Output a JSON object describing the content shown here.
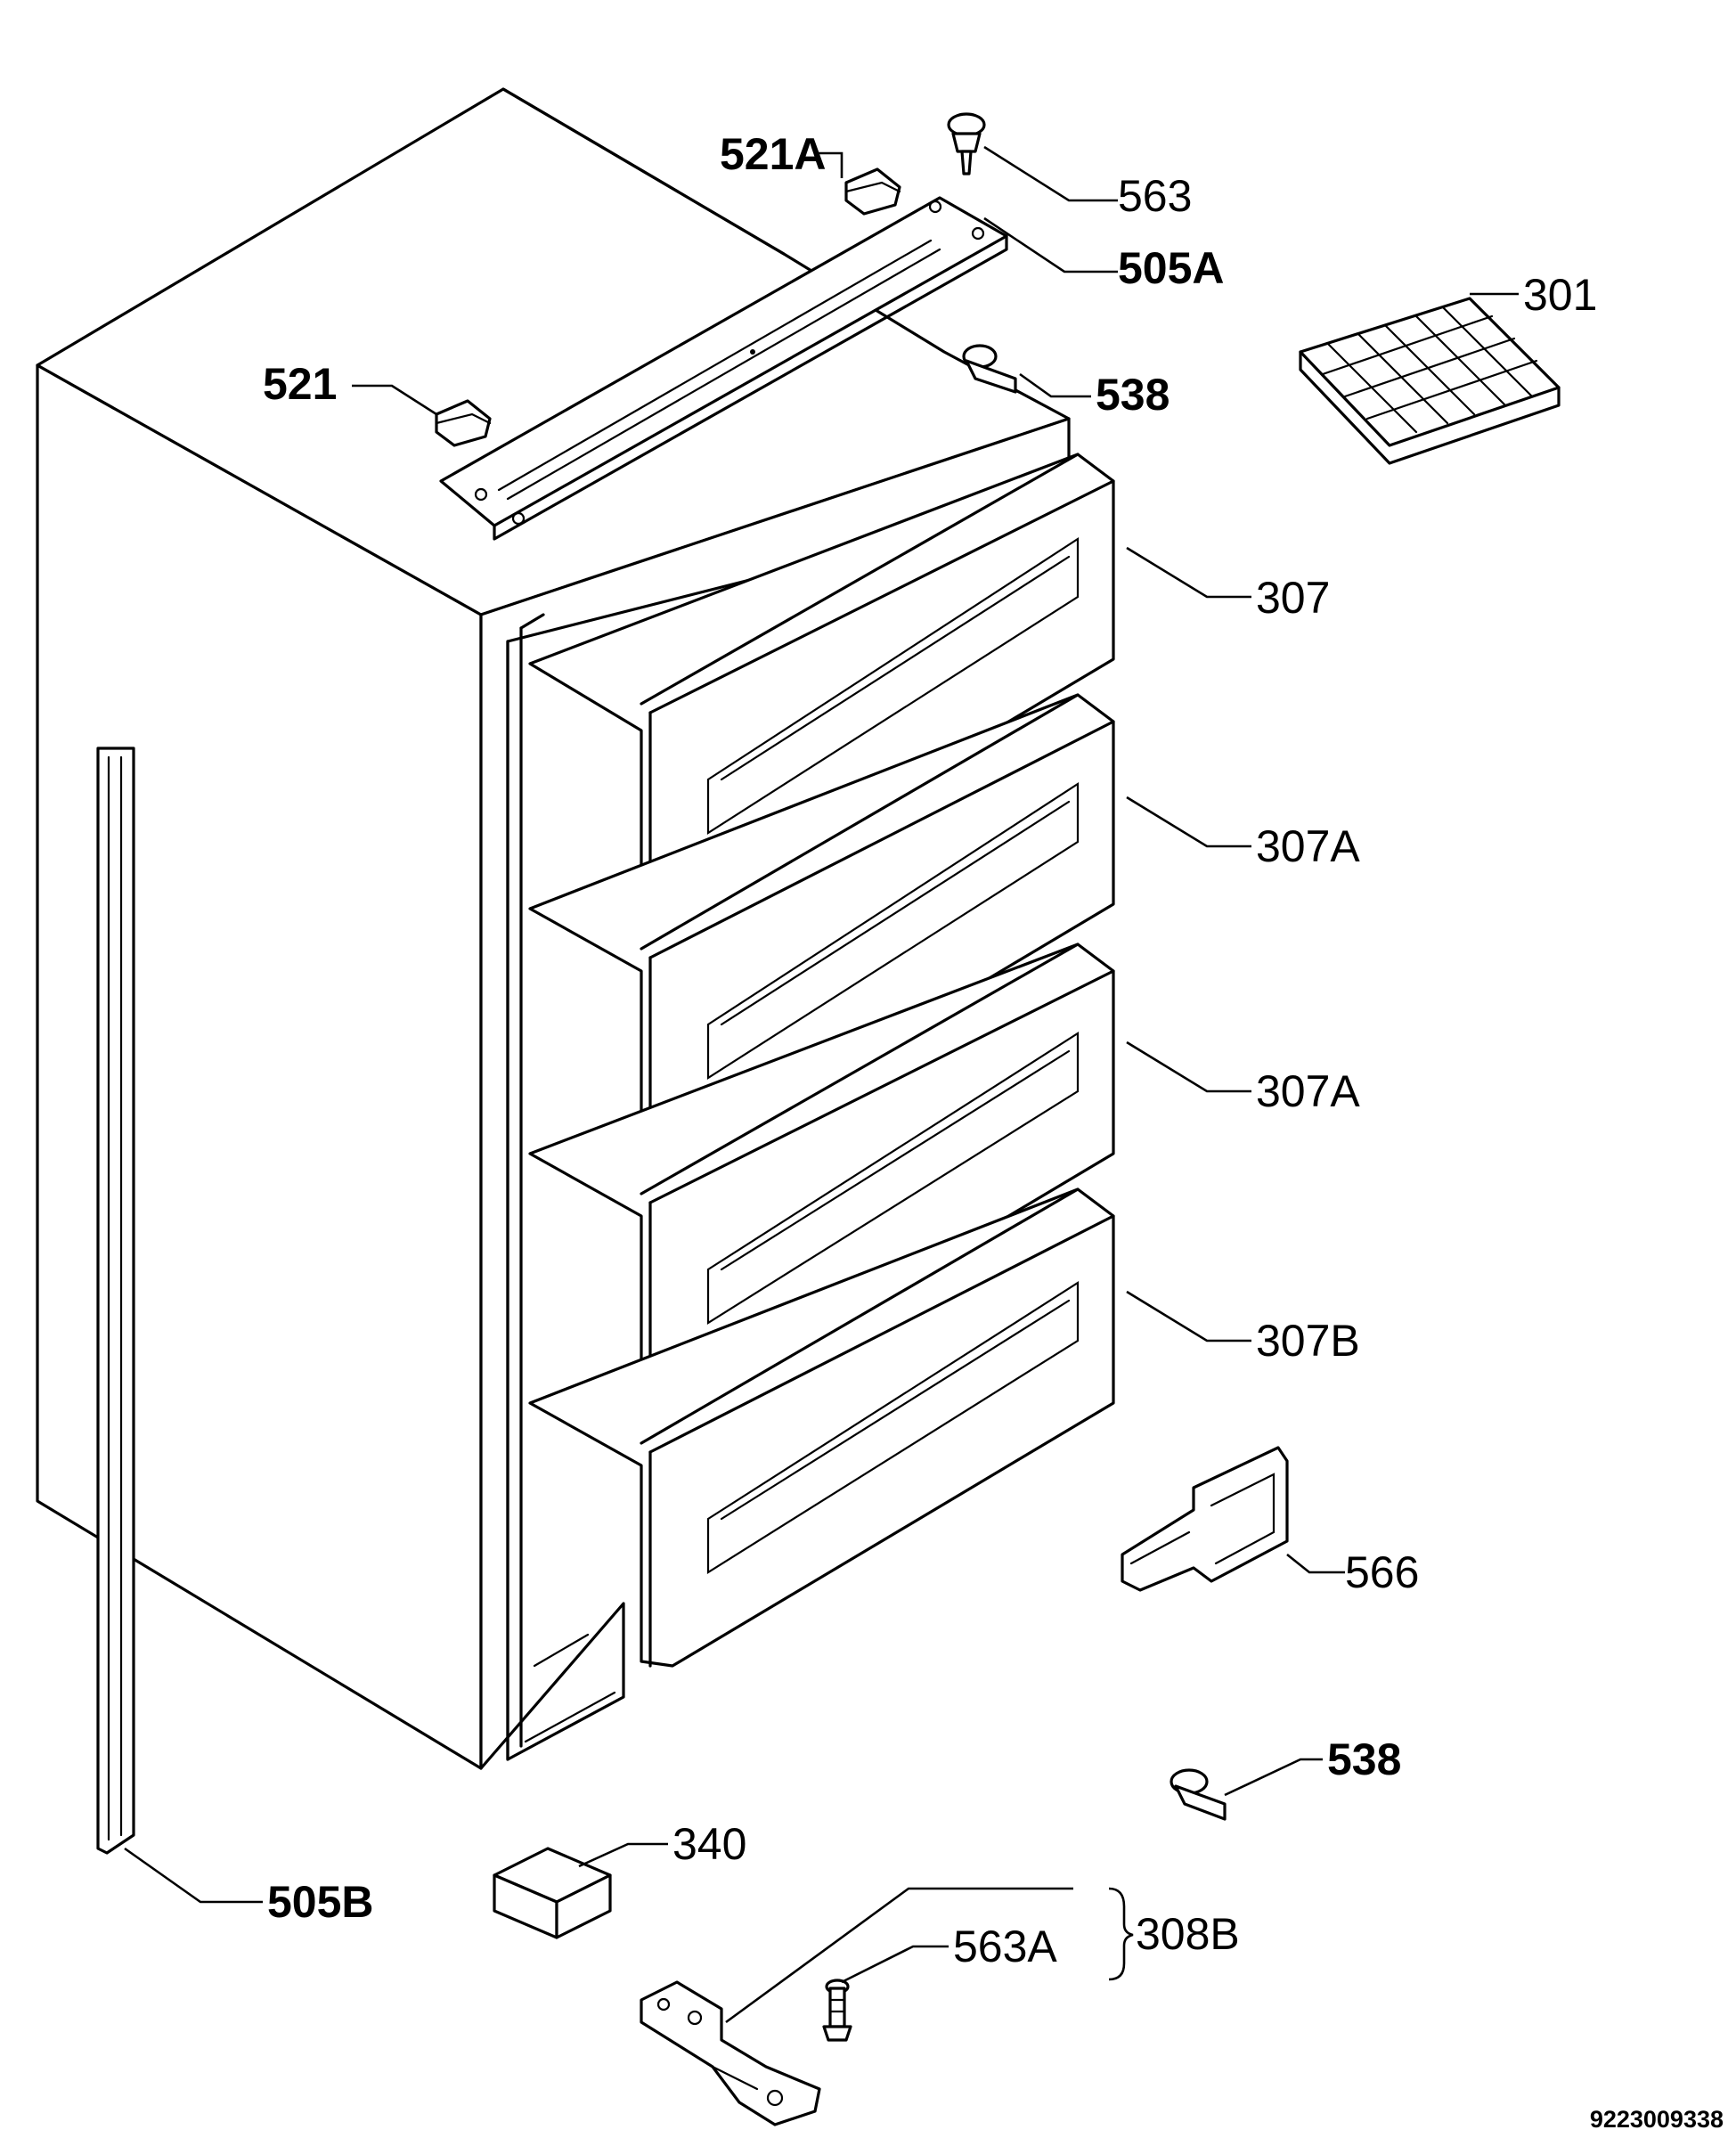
{
  "labels": {
    "p521A": "521A",
    "p563": "563",
    "p505A": "505A",
    "p301": "301",
    "p521": "521",
    "p538_top": "538",
    "p307": "307",
    "p307A_1": "307A",
    "p307A_2": "307A",
    "p307B": "307B",
    "p566": "566",
    "p538_bottom": "538",
    "p340": "340",
    "p505B": "505B",
    "p563A": "563A",
    "p308B": "308B"
  },
  "document_number": "9223009338"
}
